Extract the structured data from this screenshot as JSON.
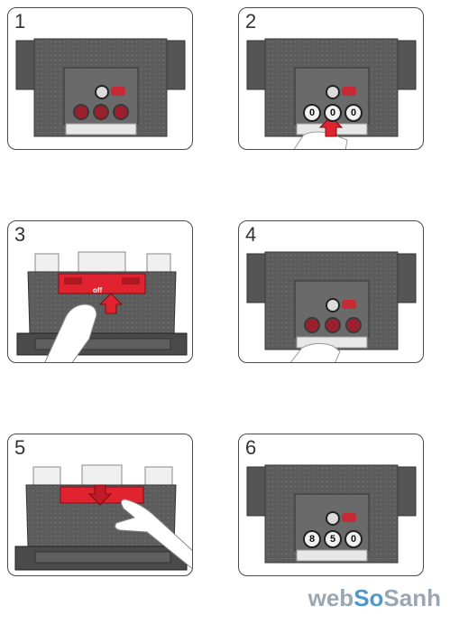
{
  "steps": [
    {
      "number": "1",
      "digits": [
        "",
        "",
        ""
      ]
    },
    {
      "number": "2",
      "digits": [
        "0",
        "0",
        "0"
      ]
    },
    {
      "number": "3",
      "lever_label": "off"
    },
    {
      "number": "4",
      "digits": [
        "",
        "",
        ""
      ]
    },
    {
      "number": "5"
    },
    {
      "number": "6",
      "digits": [
        "8",
        "5",
        "0"
      ]
    }
  ],
  "watermark": {
    "part1": "web",
    "part2": "So",
    "part3": "Sanh"
  },
  "colors": {
    "housing": "#5a5a5a",
    "dial": "#9b1f2c",
    "accent": "#e0232f",
    "border": "#4a4a4a"
  }
}
